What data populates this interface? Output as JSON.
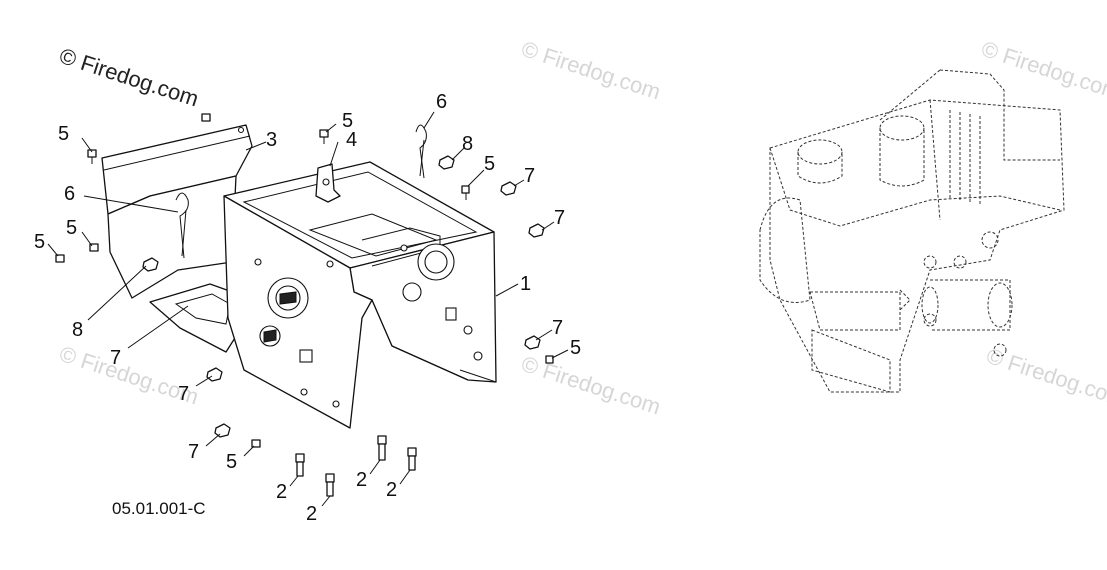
{
  "watermarks": {
    "primary": "© Firedog.com",
    "faint": "© Firedog.com"
  },
  "diagram_code": "05.01.001-C",
  "callouts": {
    "c1": "1",
    "c2a": "2",
    "c2b": "2",
    "c2c": "2",
    "c2d": "2",
    "c3": "3",
    "c4": "4",
    "c5a": "5",
    "c5b": "5",
    "c5c": "5",
    "c5d": "5",
    "c5e": "5",
    "c5f": "5",
    "c5g": "5",
    "c6a": "6",
    "c6b": "6",
    "c7a": "7",
    "c7b": "7",
    "c7c": "7",
    "c7d": "7",
    "c7e": "7",
    "c8a": "8",
    "c8b": "8"
  }
}
